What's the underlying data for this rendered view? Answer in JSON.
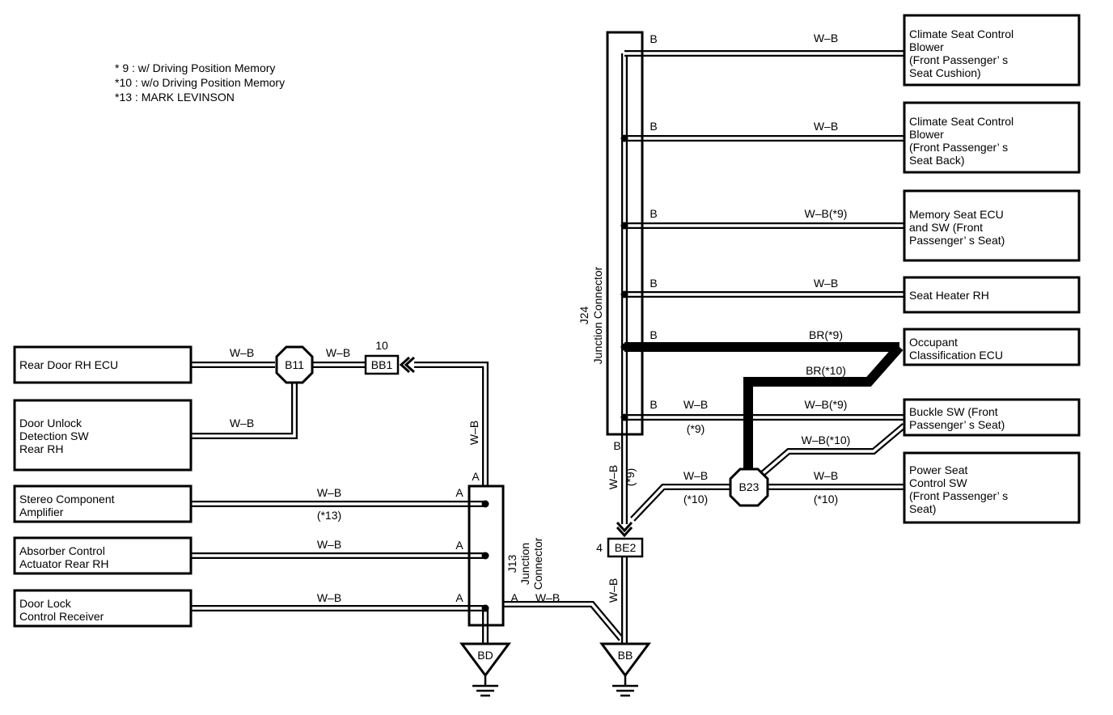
{
  "notes": [
    "* 9 : w/ Driving Position Memory",
    "*10 : w/o Driving Position Memory",
    "*13 : MARK LEVINSON"
  ],
  "left_components": {
    "rear_door_rh_ecu": [
      "Rear Door RH ECU"
    ],
    "door_unlock_detection_sw": [
      "Door Unlock",
      "Detection SW",
      "Rear RH"
    ],
    "stereo_component_amplifier": [
      "Stereo Component",
      "Amplifier"
    ],
    "absorber_control_actuator": [
      "Absorber Control",
      "Actuator Rear RH"
    ],
    "door_lock_control_receiver": [
      "Door Lock",
      "Control Receiver"
    ]
  },
  "right_components": {
    "climate_blower_cushion": [
      "Climate Seat Control",
      "Blower",
      "(Front Passenger’ s",
      "Seat Cushion)"
    ],
    "climate_blower_back": [
      "Climate Seat Control",
      "Blower",
      "(Front Passenger’ s",
      "Seat Back)"
    ],
    "memory_seat_ecu": [
      "Memory Seat ECU",
      "and SW (Front",
      "Passenger’ s Seat)"
    ],
    "seat_heater_rh": [
      "Seat Heater RH"
    ],
    "occupant_classification_ecu": [
      "Occupant",
      "Classification ECU"
    ],
    "buckle_sw": [
      "Buckle SW (Front",
      "Passenger’ s Seat)"
    ],
    "power_seat_control_sw": [
      "Power Seat",
      "Control SW",
      "(Front Passenger’ s",
      " Seat)"
    ]
  },
  "connectors": {
    "b11": "B11",
    "bb1": "BB1",
    "bb1_pin": "10",
    "b23": "B23",
    "be2": "BE2",
    "be2_pin": "4",
    "j13": [
      "J13",
      "Junction",
      "Connector"
    ],
    "j24": [
      "J24",
      "Junction Connector"
    ]
  },
  "grounds": {
    "bd": "BD",
    "bb": "BB"
  },
  "wire_labels": {
    "rear_door_ecu": "W–B",
    "b11_bb1": "W–B",
    "door_unlock": "W–B",
    "bb1_vertical": "W–B",
    "stereo": "W–B",
    "stereo_note": "(*13)",
    "absorber": "W–B",
    "door_lock": "W–B",
    "j13_to_bb": "W–B",
    "be2_to_bb": "W–B",
    "j24_to_be2": "W–B",
    "j24_to_be2_note": "(*9)",
    "blower_cushion": "W–B",
    "blower_back": "W–B",
    "memory_seat": "W–B(*9)",
    "seat_heater": "W–B",
    "occupant_9": "BR(*9)",
    "occupant_10": "BR(*10)",
    "buckle_9": "W–B(*9)",
    "j24_buckle": "W–B",
    "j24_buckle_note": "(*9)",
    "b23_buckle_10": "W–B(*10)",
    "b23_left": "W–B",
    "b23_left_note": "(*10)",
    "power_seat": "W–B",
    "power_seat_note": "(*10)"
  },
  "pins": {
    "j13_top": "A",
    "j13_stereo": "A",
    "j13_absorber": "A",
    "j13_door_lock": "A",
    "j13_out": "A",
    "j24_blower_cushion": "B",
    "j24_blower_back": "B",
    "j24_memory": "B",
    "j24_heater": "B",
    "j24_occupant": "B",
    "j24_buckle": "B",
    "j24_bottom": "B"
  }
}
